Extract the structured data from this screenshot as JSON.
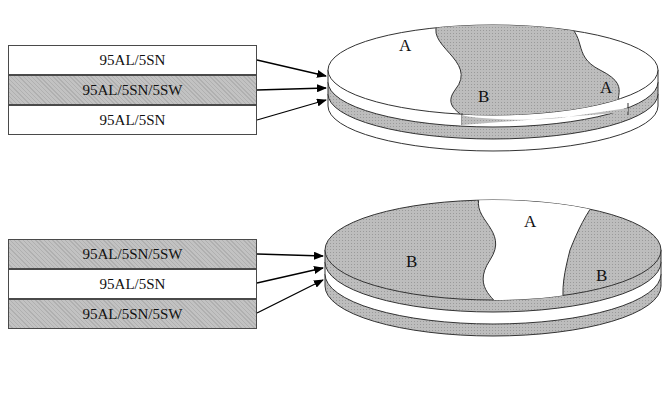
{
  "diagram": {
    "nodes": [
      {
        "text": [
          "95AL/5SN"
        ]
      },
      {
        "text": [
          "95AL/5SN/5SW"
        ]
      },
      {
        "text": [
          "95AL/5SN"
        ]
      },
      {
        "text": [
          "95AL/5SN/5SW"
        ]
      },
      {
        "text": [
          "95AL/5SN"
        ]
      },
      {
        "text": [
          "95AL/5SN/5SW"
        ]
      }
    ],
    "labels": [
      "A",
      "B",
      "A",
      "B",
      "A",
      "B"
    ]
  }
}
